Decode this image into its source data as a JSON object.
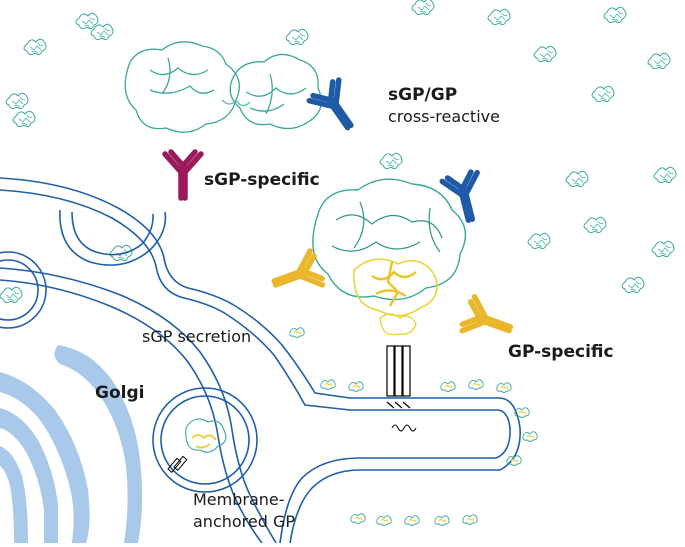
{
  "labels": {
    "sgp_gp": "sGP/GP",
    "cross_reactive": "cross-reactive",
    "sgp_specific": "sGP-specific",
    "gp_specific": "GP-specific",
    "sgp_secretion": "sGP secretion",
    "golgi": "Golgi",
    "membrane_line1": "Membrane-",
    "membrane_line2": "anchored GP"
  },
  "colors": {
    "membrane": "#1f5ea8",
    "golgi_fill": "#a9c9ea",
    "antibody_blue": "#1f5aa6",
    "antibody_magenta": "#9b1b5a",
    "antibody_yellow": "#e9b62c",
    "protein_teal": "#3aa89b",
    "protein_yellow": "#e8d43c"
  }
}
